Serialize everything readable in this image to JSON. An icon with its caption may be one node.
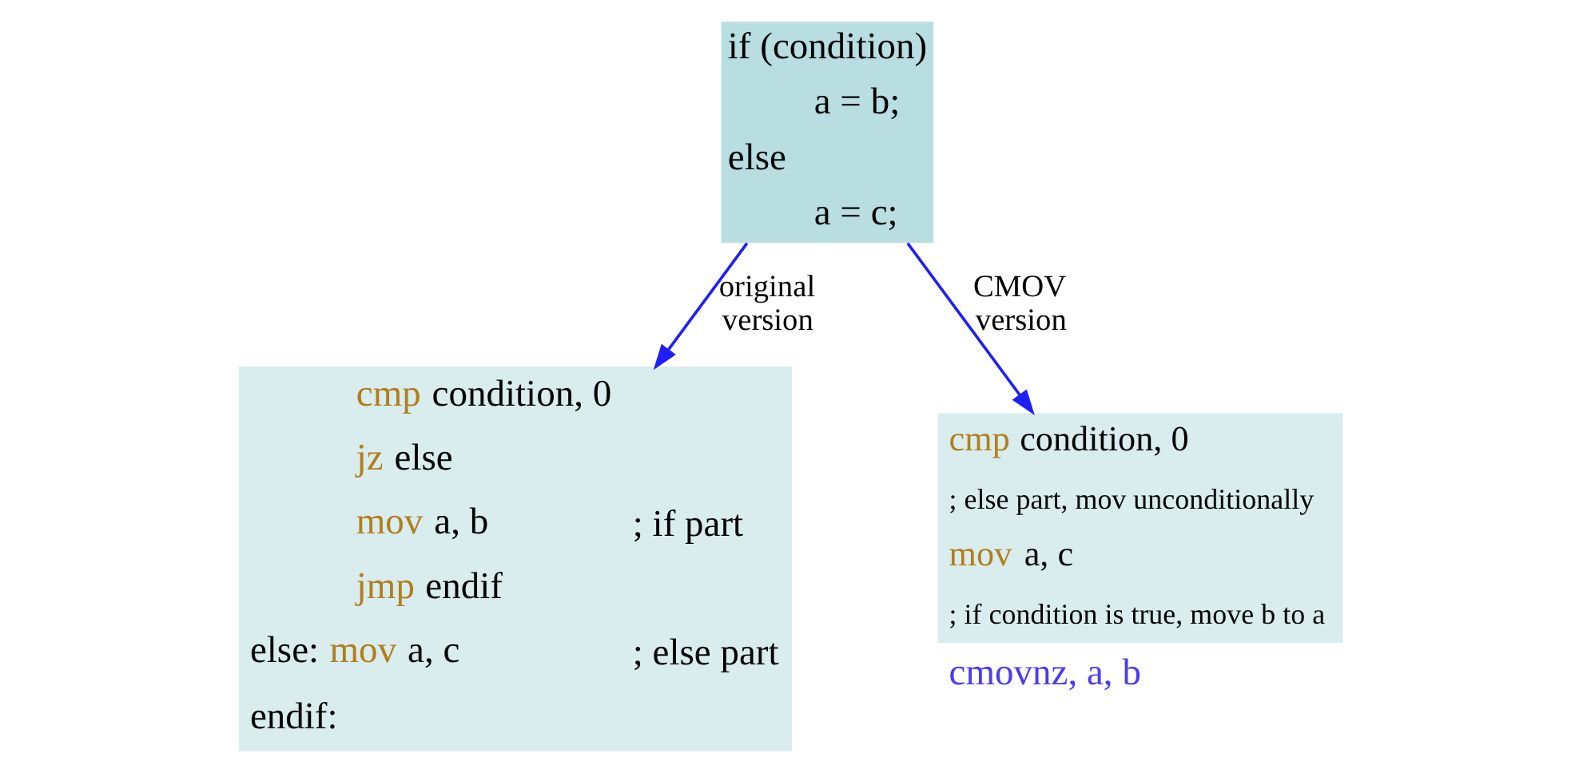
{
  "diagram": {
    "nodes": [
      {
        "text": [
          "if (condition)",
          "a = b;",
          "else",
          "a = c;"
        ]
      },
      {
        "text": [
          "cmp condition, 0",
          "jz else",
          "mov a, b ; if part",
          "jmp endif",
          "else: mov a, c ; else part",
          "endif:"
        ]
      },
      {
        "text": [
          "cmp condition, 0",
          "; else part, mov unconditionally",
          "mov a, c",
          "; if condition is true, move b to a"
        ],
        "beside": [
          "cmovnz, a, b"
        ]
      }
    ],
    "edges": [
      {
        "from": 0,
        "to": 1,
        "arrow": "to",
        "label": "original version"
      },
      {
        "from": 0,
        "to": 2,
        "arrow": "to",
        "label": "CMOV version"
      }
    ]
  }
}
